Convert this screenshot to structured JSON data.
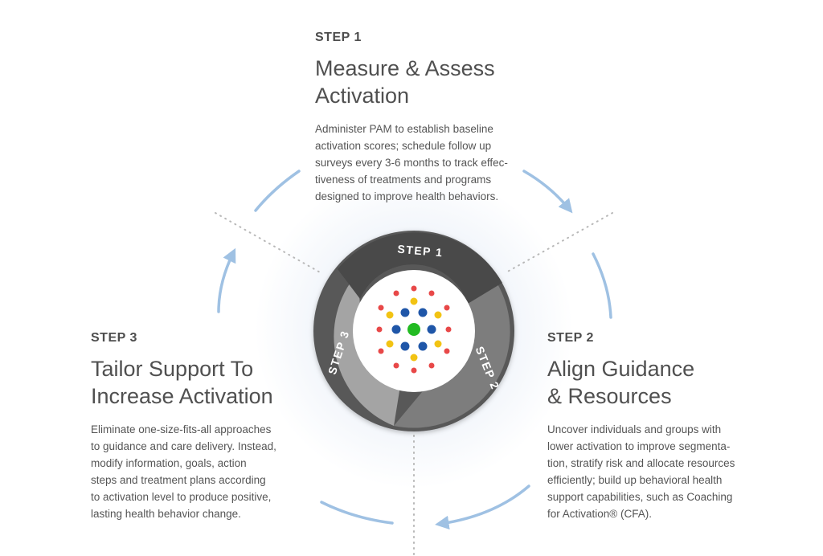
{
  "steps": [
    {
      "label": "STEP 1",
      "title": "Measure & Assess\nActivation",
      "description": "Administer PAM to establish baseline\nactivation scores; schedule follow up\nsurveys every 3-6 months to track effec-\ntiveness of treatments and programs\ndesigned to improve health behaviors."
    },
    {
      "label": "STEP 2",
      "title": "Align Guidance\n& Resources",
      "description": "Uncover individuals and groups with\nlower activation to improve segmenta-\ntion, stratify risk and allocate resources\nefficiently; build up behavioral health\nsupport capabilities, such as Coaching\nfor Activation® (CFA)."
    },
    {
      "label": "STEP 3",
      "title": "Tailor Support To\nIncrease Activation",
      "description": "Eliminate one-size-fits-all approaches\nto guidance and care delivery. Instead,\nmodify information, goals, action\nsteps and treatment plans according\nto activation level to produce positive,\nlasting health behavior change."
    }
  ],
  "wheel": {
    "segment_labels": [
      "STEP 1",
      "STEP 2",
      "STEP 3"
    ],
    "segment_colors": [
      "#4a4a4a",
      "#7d7d7d",
      "#a4a4a4"
    ],
    "ring_color": "#595959"
  },
  "colors": {
    "cycle_arrows": "#9fc1e3",
    "divider_dots": "#b8b8b8",
    "center": "#22bb22",
    "inner_ring": "#1f56a8",
    "yellow_ring": "#f2c313",
    "outer_ring": "#e84848"
  }
}
